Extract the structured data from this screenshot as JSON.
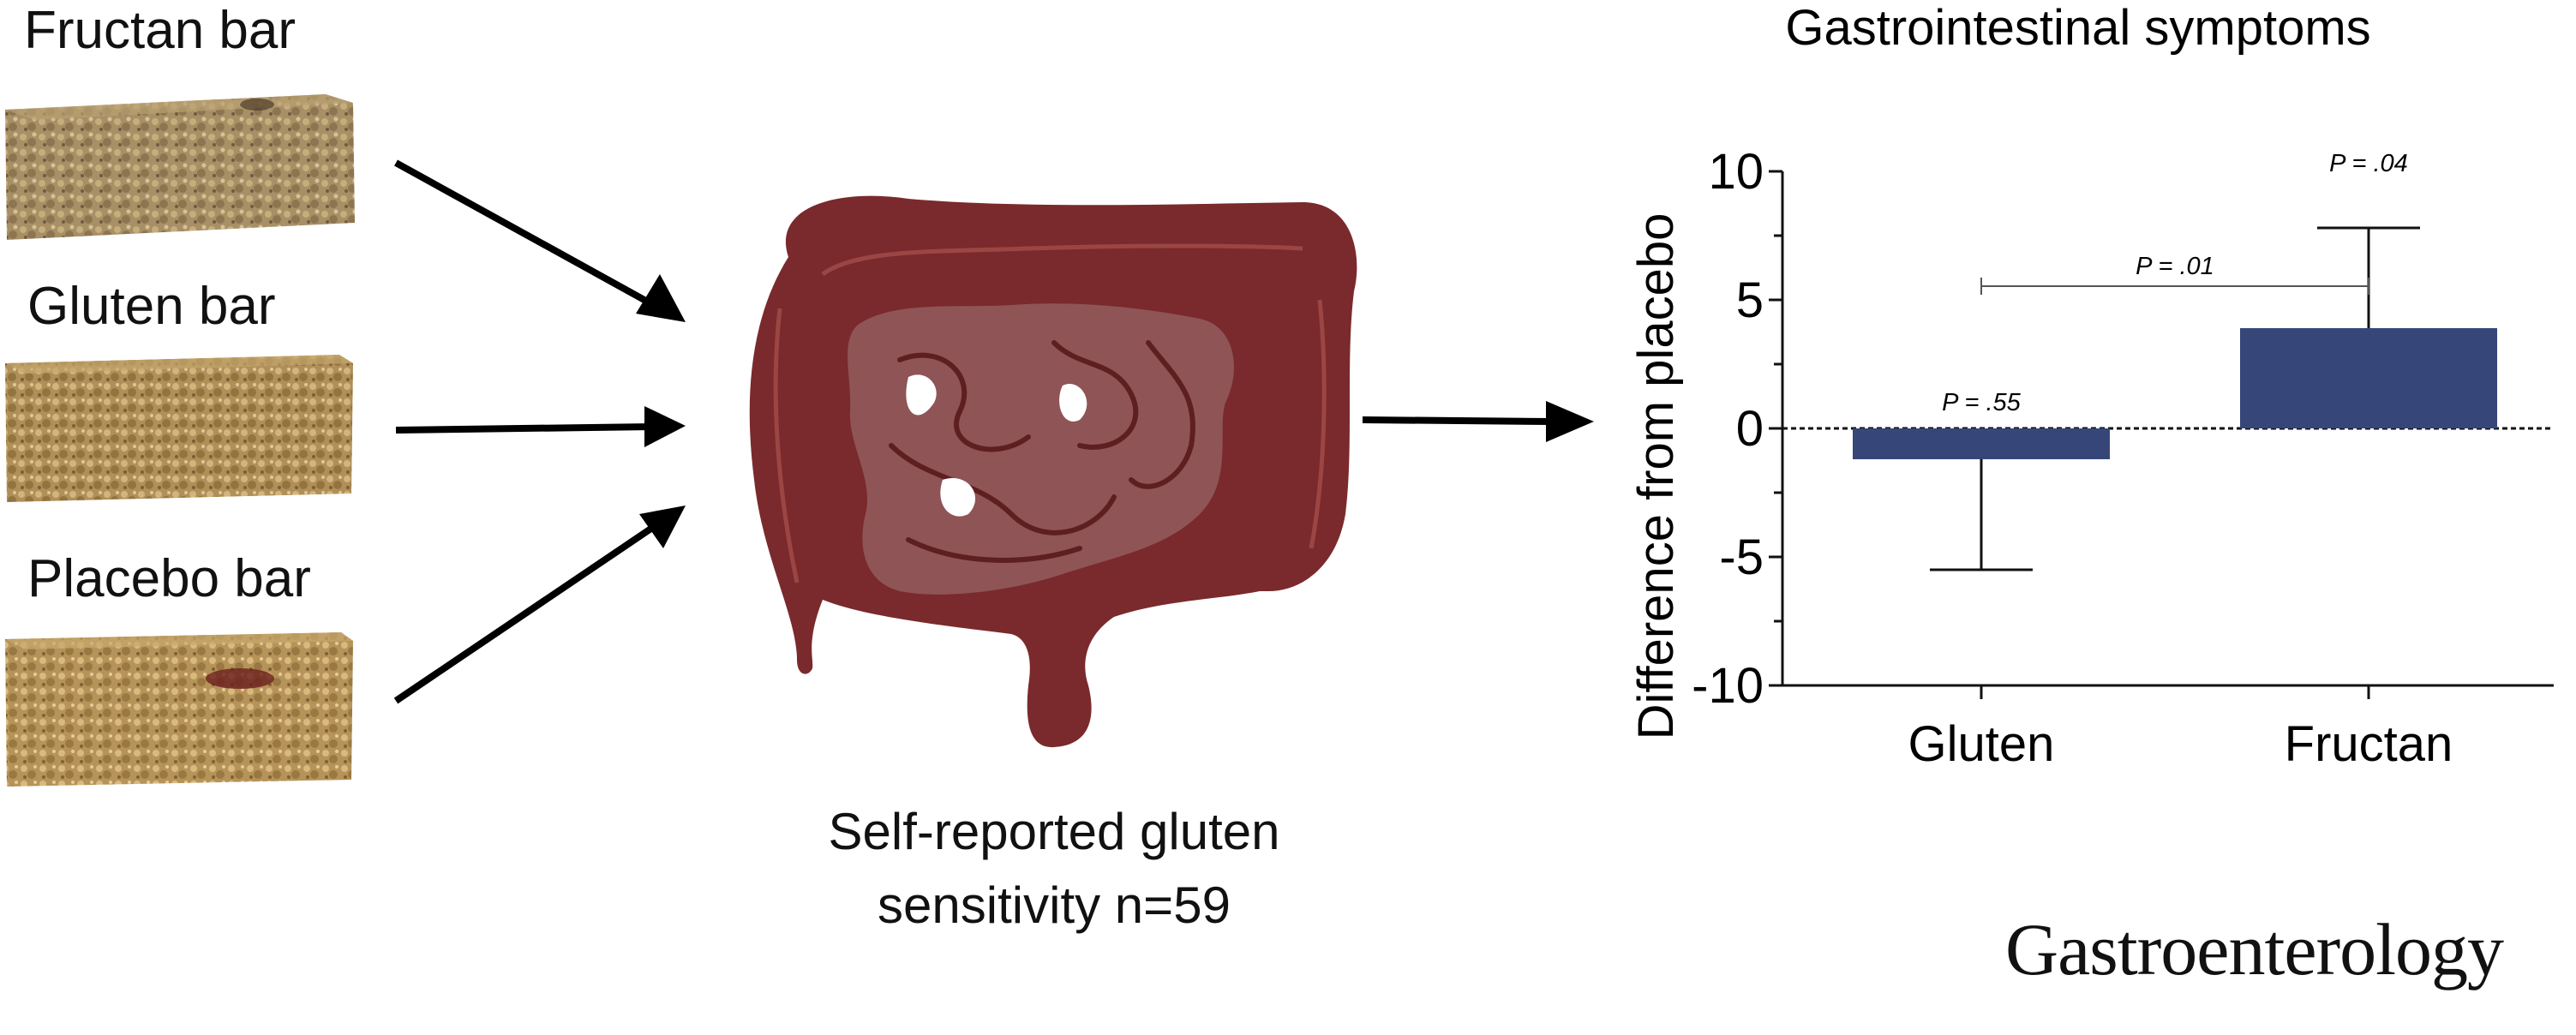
{
  "inputs": {
    "bars": [
      {
        "label": "Fructan bar"
      },
      {
        "label": "Gluten bar"
      },
      {
        "label": "Placebo bar"
      }
    ]
  },
  "cohort": {
    "line1": "Self-reported gluten",
    "line2": "sensitivity n=59"
  },
  "journal": "Gastroenterology",
  "colors": {
    "bar_fill": "#374679",
    "colon": "#7a2a2c",
    "small_intestine": "#8f5456",
    "arrow": "#000000"
  },
  "chart_data": {
    "type": "bar",
    "title": "Gastrointestinal symptoms",
    "xlabel": "",
    "ylabel": "Difference from placebo",
    "categories": [
      "Gluten",
      "Fructan"
    ],
    "values": [
      -1.2,
      3.9
    ],
    "error_bars": [
      {
        "category": "Gluten",
        "low": -5.5,
        "high": -1.2
      },
      {
        "category": "Fructan",
        "low": 3.9,
        "high": 7.8
      }
    ],
    "ylim": [
      -10,
      10
    ],
    "yticks": [
      "-10",
      "-5",
      "0",
      "5",
      "10"
    ],
    "ytick_values": [
      -10,
      -5,
      0,
      5,
      10
    ],
    "reference_line": 0,
    "annotations": [
      {
        "text": "P = .55",
        "category": "Gluten",
        "y": -0.3
      },
      {
        "text": "P = .04",
        "category": "Fructan",
        "y": 9.0
      },
      {
        "text": "P = .01",
        "between": [
          "Gluten",
          "Fructan"
        ],
        "y": 6.0
      }
    ],
    "grid": false
  }
}
